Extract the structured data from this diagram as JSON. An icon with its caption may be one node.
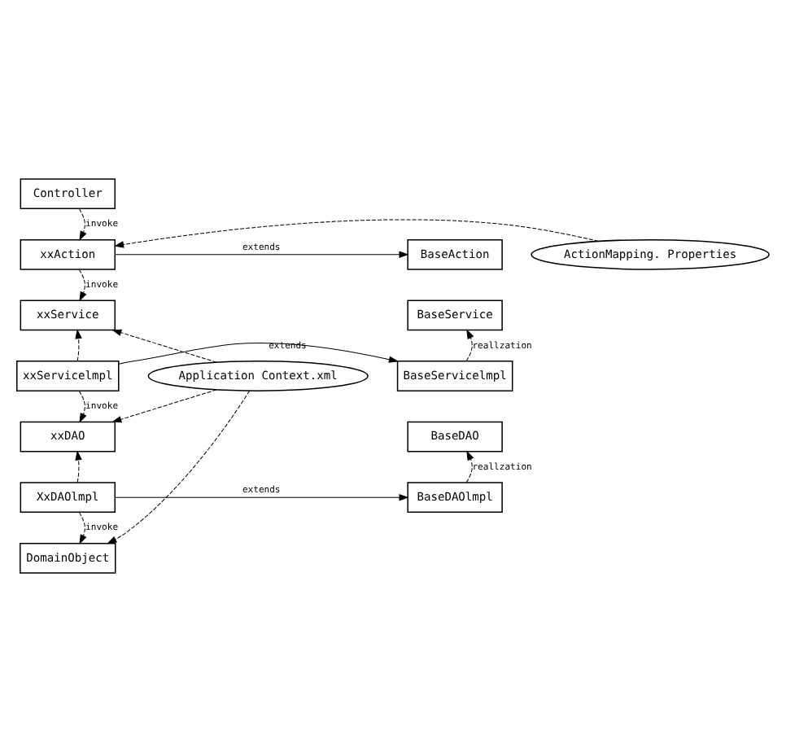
{
  "diagram": {
    "nodes": [
      {
        "text": [
          "Controller"
        ]
      },
      {
        "text": [
          "ActionMapping. Properties"
        ]
      },
      {
        "text": [
          "xxAction"
        ]
      },
      {
        "text": [
          "BaseAction"
        ]
      },
      {
        "text": [
          "xxService"
        ]
      },
      {
        "text": [
          "BaseService"
        ]
      },
      {
        "text": [
          "Application Context.xml"
        ]
      },
      {
        "text": [
          "xxServicelmpl"
        ]
      },
      {
        "text": [
          "BaseServicelmpl"
        ]
      },
      {
        "text": [
          "xxDAO"
        ]
      },
      {
        "text": [
          "BaseDAO"
        ]
      },
      {
        "text": [
          "XxDAOlmpl"
        ]
      },
      {
        "text": [
          "BaseDAOlmpl"
        ]
      },
      {
        "text": [
          "DomainObject"
        ]
      }
    ],
    "edges": [
      {
        "from": 0,
        "to": 2,
        "arrow": "to",
        "label": "invoke",
        "style": "dashed"
      },
      {
        "from": 1,
        "to": 2,
        "arrow": "to",
        "style": "dashed"
      },
      {
        "from": 2,
        "to": 3,
        "arrow": "to",
        "label": "extends"
      },
      {
        "from": 2,
        "to": 4,
        "arrow": "to",
        "label": "invoke",
        "style": "dashed"
      },
      {
        "from": 6,
        "to": 4,
        "arrow": "to",
        "style": "dashed"
      },
      {
        "from": 7,
        "to": 4,
        "arrow": "to",
        "style": "dashed"
      },
      {
        "from": 7,
        "to": 8,
        "arrow": "to",
        "label": "extends"
      },
      {
        "from": 8,
        "to": 5,
        "arrow": "to",
        "label": "reallzation",
        "style": "dashed"
      },
      {
        "from": 7,
        "to": 9,
        "arrow": "to",
        "label": "invoke",
        "style": "dashed"
      },
      {
        "from": 6,
        "to": 9,
        "arrow": "to",
        "style": "dashed"
      },
      {
        "from": 11,
        "to": 9,
        "arrow": "to",
        "style": "dashed"
      },
      {
        "from": 11,
        "to": 12,
        "arrow": "to",
        "label": "extends"
      },
      {
        "from": 12,
        "to": 10,
        "arrow": "to",
        "label": "reallzation",
        "style": "dashed"
      },
      {
        "from": 11,
        "to": 13,
        "arrow": "to",
        "label": "invoke",
        "style": "dashed"
      },
      {
        "from": 6,
        "to": 13,
        "arrow": "to",
        "style": "dashed"
      }
    ]
  }
}
